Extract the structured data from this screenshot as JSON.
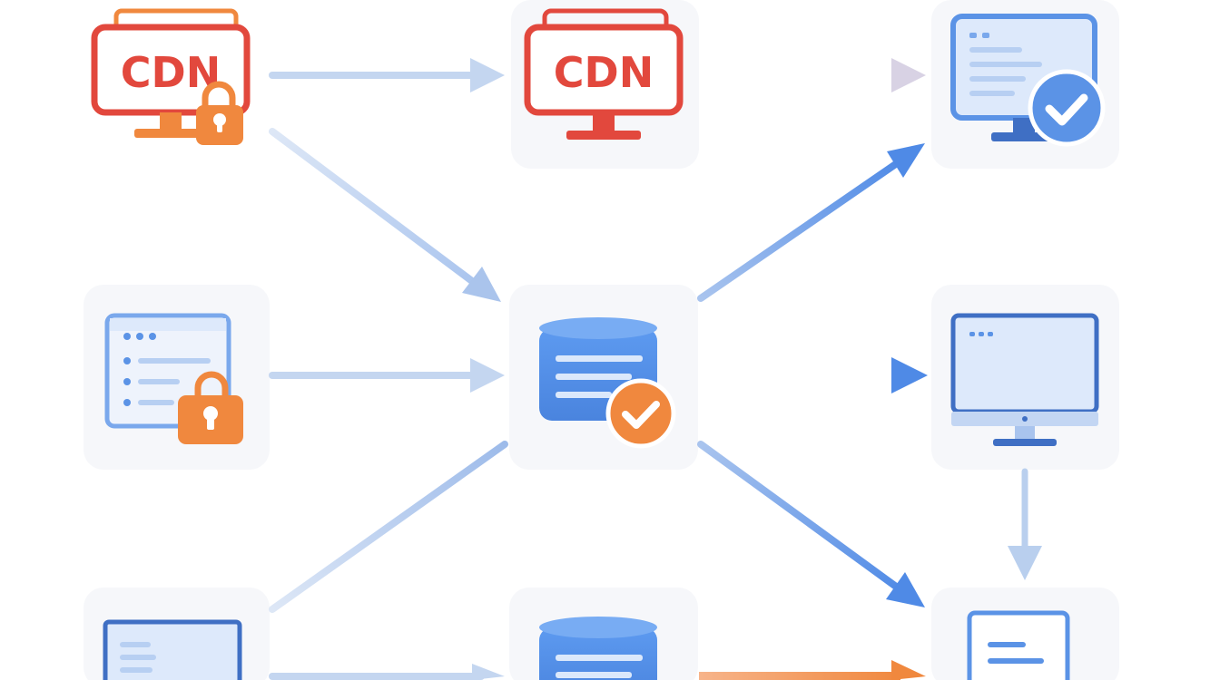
{
  "diagram": {
    "nodes": [
      {
        "id": "cdn-edge-left",
        "label": "CDN",
        "icon": "cdn-monitor-lock-icon",
        "tile": false
      },
      {
        "id": "cdn-edge-center",
        "label": "CDN",
        "icon": "cdn-monitor-icon",
        "tile": true
      },
      {
        "id": "client-verified",
        "label": "",
        "icon": "monitor-check-icon",
        "tile": true
      },
      {
        "id": "locked-document",
        "label": "",
        "icon": "document-lock-icon",
        "tile": true
      },
      {
        "id": "verified-database",
        "label": "",
        "icon": "database-check-icon",
        "tile": true
      },
      {
        "id": "desktop-client",
        "label": "",
        "icon": "desktop-monitor-icon",
        "tile": true
      },
      {
        "id": "laptop-client",
        "label": "",
        "icon": "monitor-icon",
        "tile": true
      },
      {
        "id": "database-secondary",
        "label": "",
        "icon": "database-icon",
        "tile": true
      },
      {
        "id": "document-output",
        "label": "",
        "icon": "document-icon",
        "tile": true
      }
    ],
    "edges": [
      {
        "from": "cdn-edge-left",
        "to": "cdn-edge-center",
        "style": "light-blue"
      },
      {
        "from": "cdn-edge-center",
        "to": "client-verified",
        "style": "orange-fade"
      },
      {
        "from": "cdn-edge-left",
        "to": "verified-database",
        "style": "light-blue"
      },
      {
        "from": "verified-database",
        "to": "client-verified",
        "style": "blue"
      },
      {
        "from": "locked-document",
        "to": "verified-database",
        "style": "light-blue"
      },
      {
        "from": "verified-database",
        "to": "desktop-client",
        "style": "blue"
      },
      {
        "from": "verified-database",
        "to": "document-output",
        "style": "blue"
      },
      {
        "from": "desktop-client",
        "to": "document-output",
        "style": "light-blue"
      },
      {
        "from": "laptop-client",
        "to": "verified-database",
        "style": "light-blue"
      },
      {
        "from": "laptop-client",
        "to": "database-secondary",
        "style": "light-blue"
      },
      {
        "from": "database-secondary",
        "to": "document-output",
        "style": "orange"
      }
    ],
    "colors": {
      "tile": "#f6f7fa",
      "cdn_red": "#e2483d",
      "lock_orange": "#f0883e",
      "icon_blue": "#5b93e6",
      "screen_fill": "#dde9fb",
      "arrow_light": "#b9cfee",
      "arrow_blue": "#5b93e6",
      "arrow_orange": "#f4a06c"
    }
  }
}
